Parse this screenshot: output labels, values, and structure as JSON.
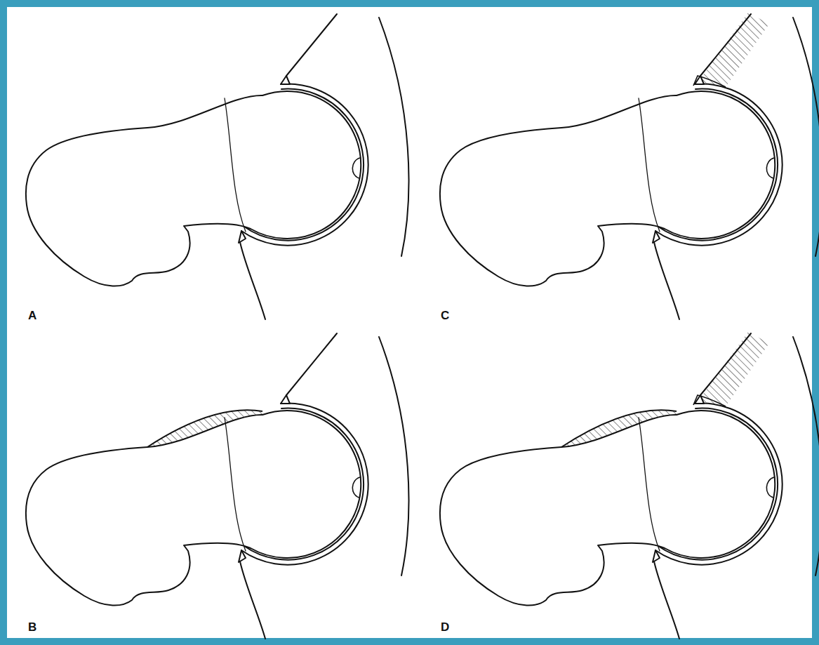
{
  "diagram": {
    "labels": [
      "A",
      "C",
      "B",
      "D"
    ]
  }
}
